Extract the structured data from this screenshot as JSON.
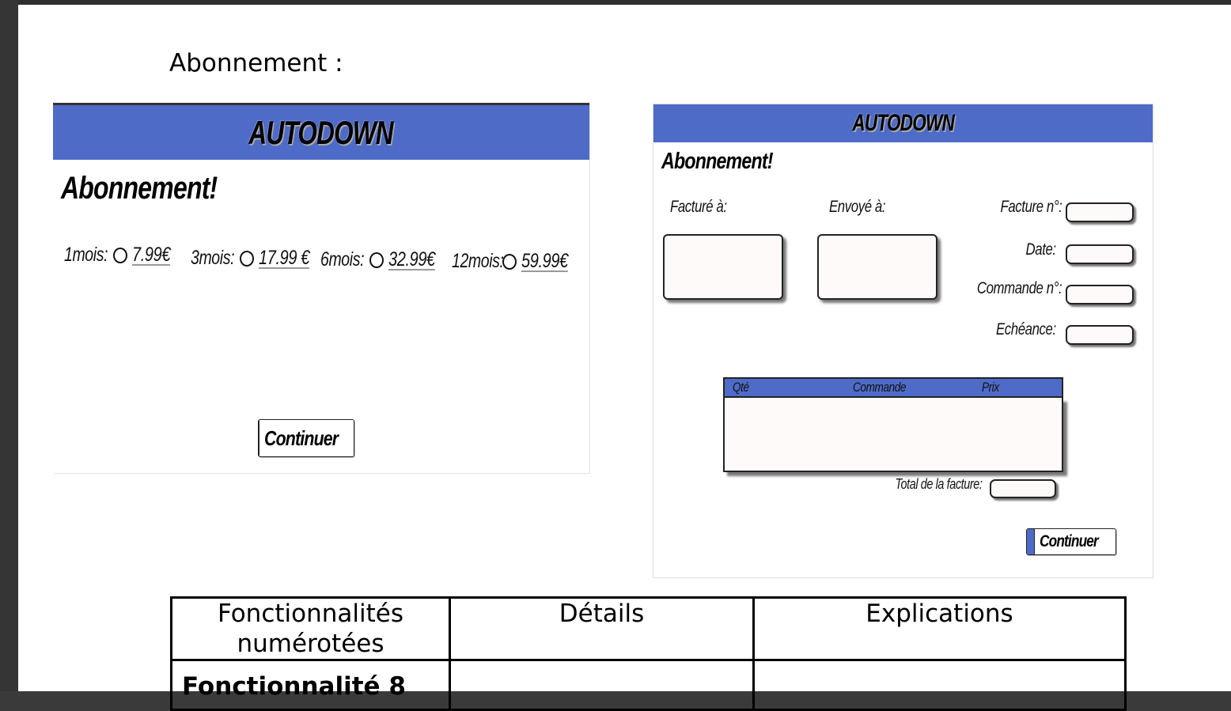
{
  "section_title": "Abonnement :",
  "mockup1": {
    "brand": "AUTODOWN",
    "title": "Abonnement!",
    "plans": [
      {
        "duration": "1mois:",
        "price": "7.99€"
      },
      {
        "duration": "3mois:",
        "price": "17.99 €"
      },
      {
        "duration": "6mois:",
        "price": "32.99€"
      },
      {
        "duration": "12mois:",
        "price": "59.99€"
      }
    ],
    "continue_label": "Continuer"
  },
  "mockup2": {
    "brand": "AUTODOWN",
    "title": "Abonnement!",
    "billed_to_label": "Facturé à:",
    "sent_to_label": "Envoyé à:",
    "invoice_no_label": "Facture n°:",
    "date_label": "Date:",
    "order_no_label": "Commande n°:",
    "due_label": "Echéance:",
    "order_columns": [
      "Qté",
      "Commande",
      "Prix"
    ],
    "total_label": "Total de la facture:",
    "continue_label": "Continuer"
  },
  "colors": {
    "header_blue": "#4e6bc8"
  },
  "features_table": {
    "headers": [
      "Fonctionnalités numérotées",
      "Détails",
      "Explications"
    ],
    "rows": [
      {
        "feature": "Fonctionnalité 8",
        "details": "",
        "explanation": ""
      }
    ]
  }
}
